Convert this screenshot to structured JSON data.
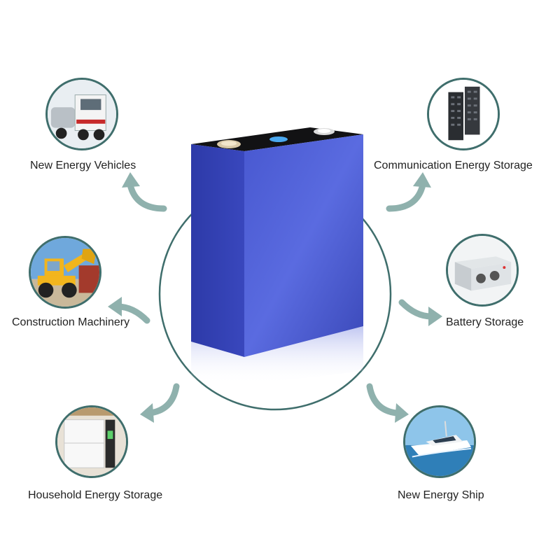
{
  "product": {
    "icon": "lifepo4-prismatic-cell",
    "body_color": "#3e4fc4",
    "cap_color": "#0e0e10",
    "ring_color": "#3f6e6c"
  },
  "applications": [
    {
      "label": "New Energy Vehicles",
      "icon": "truck-icon"
    },
    {
      "label": "Communication Energy Storage",
      "icon": "rack-battery-icon"
    },
    {
      "label": "Construction Machinery",
      "icon": "wheel-loader-icon"
    },
    {
      "label": "Battery Storage",
      "icon": "battery-cabinet-icon"
    },
    {
      "label": "Household Energy Storage",
      "icon": "home-storage-icon"
    },
    {
      "label": "New Energy Ship",
      "icon": "yacht-icon"
    }
  ],
  "arrow_color": "#8fb1ad"
}
